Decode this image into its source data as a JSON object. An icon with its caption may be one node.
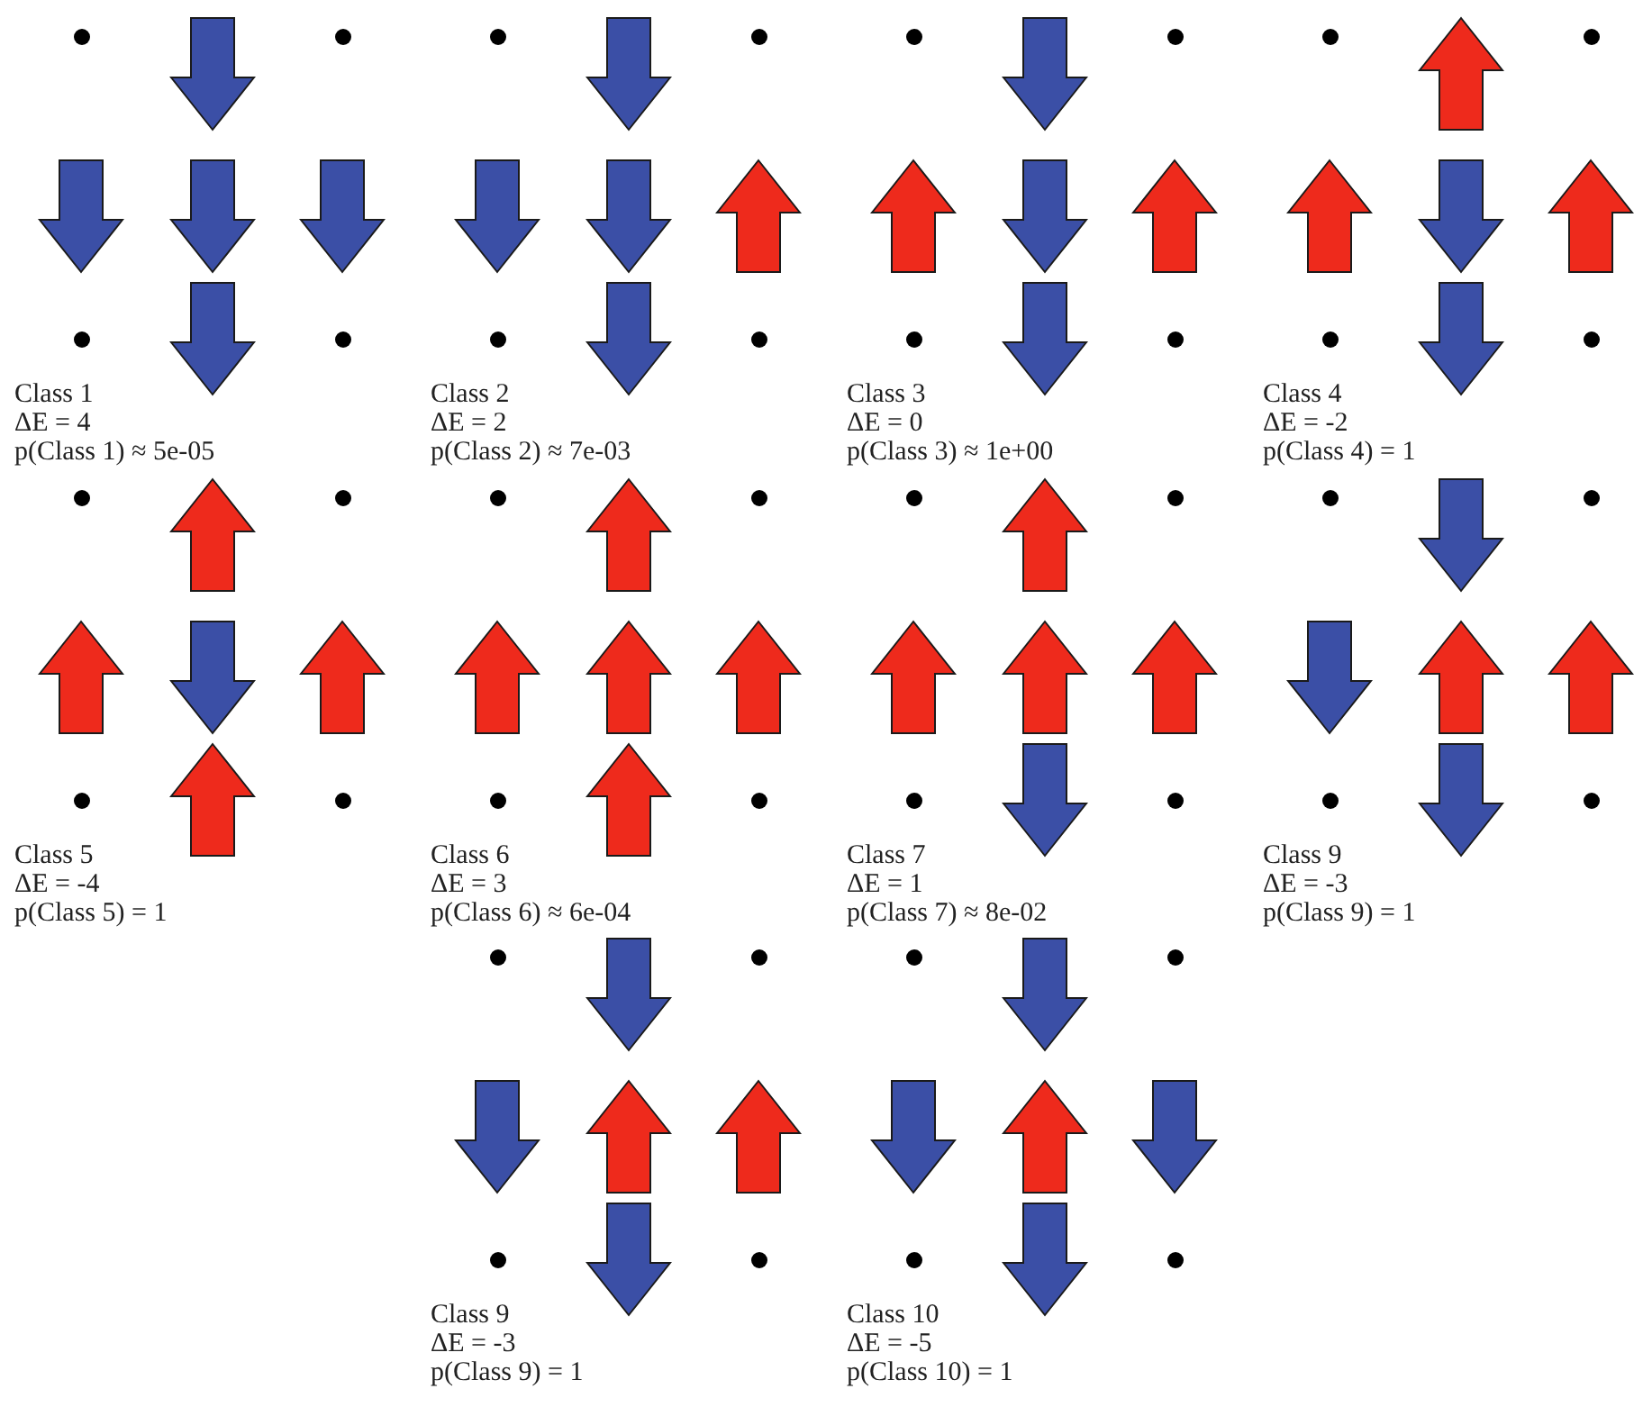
{
  "diagram": {
    "labels": [
      "Class 1",
      "ΔE = 4",
      "p(Class 1) ≈ 5e-05",
      "Class 2",
      "ΔE = 2",
      "p(Class 2) ≈ 7e-03",
      "Class 3",
      "ΔE = 0",
      "p(Class 3) ≈ 1e+00",
      "Class 4",
      "ΔE = -2",
      "p(Class 4) = 1",
      "Class 5",
      "ΔE = -4",
      "p(Class 5) = 1",
      "Class 6",
      "ΔE = 3",
      "p(Class 6) ≈ 6e-04",
      "Class 7",
      "ΔE = 1",
      "p(Class 7) ≈ 8e-02",
      "Class 9",
      "ΔE = -3",
      "p(Class 9) = 1",
      "Class 9",
      "ΔE = -3",
      "p(Class 9) = 1",
      "Class 10",
      "ΔE = -5",
      "p(Class 10) = 1"
    ]
  }
}
